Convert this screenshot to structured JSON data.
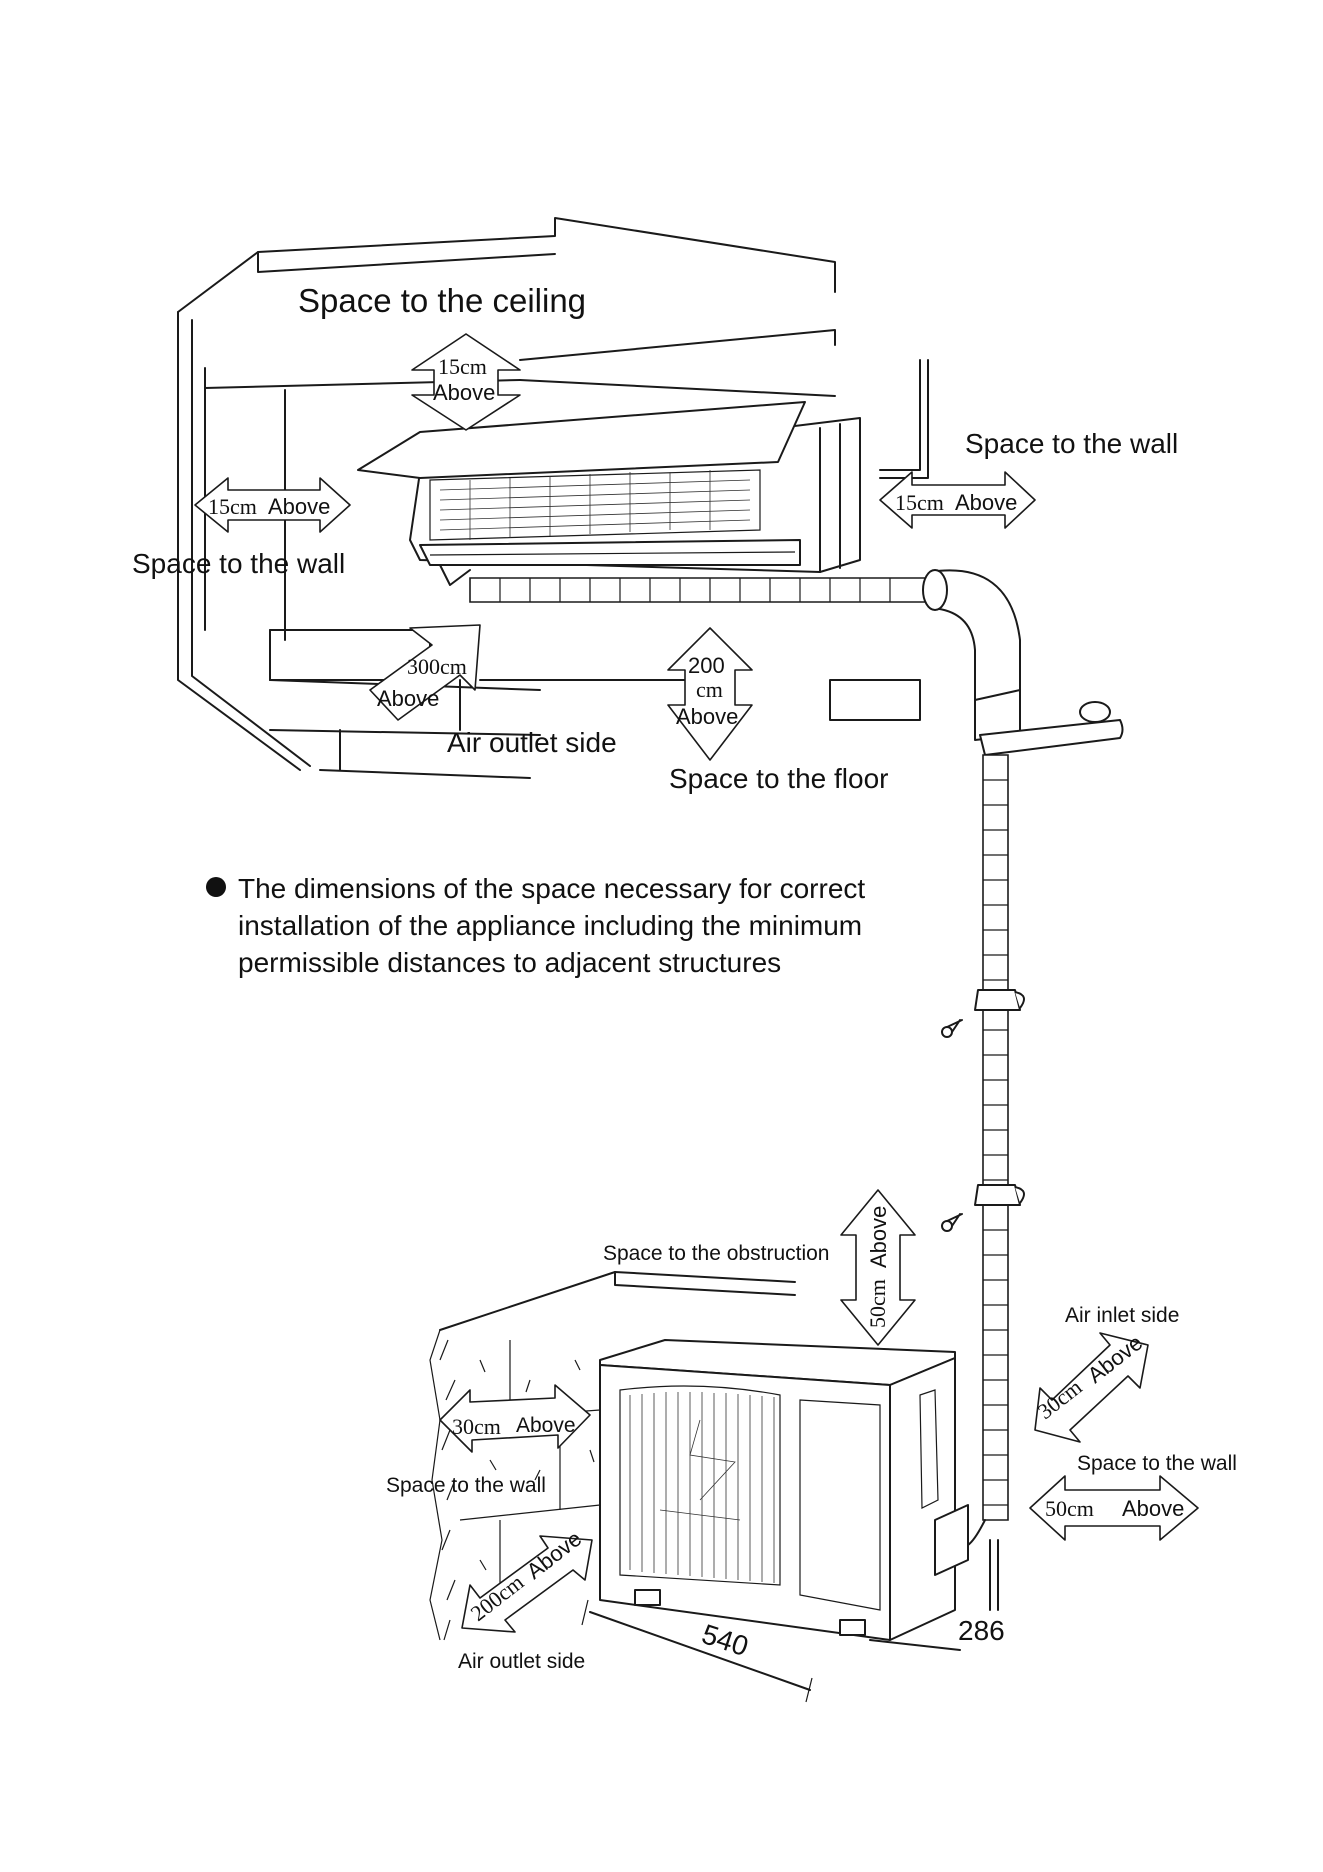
{
  "labels": {
    "ceiling_title": "Space to the ceiling",
    "ceiling_value": "15cm",
    "ceiling_above": "Above",
    "left_wall_value": "15cm",
    "left_wall_above": "Above",
    "left_wall_title": "Space to the wall",
    "right_wall_title": "Space to the wall",
    "right_wall_value": "15cm",
    "right_wall_above": "Above",
    "outlet_value": "300cm",
    "outlet_above": "Above",
    "outlet_title": "Air outlet side",
    "floor_value": "200",
    "floor_unit": "cm",
    "floor_above": "Above",
    "floor_title": "Space to the floor",
    "note_line1": "The dimensions of the space necessary for correct",
    "note_line2": "installation of the appliance including the minimum",
    "note_line3": "permissible distances to adjacent structures",
    "obstruction_title": "Space to the obstruction",
    "obstruction_value": "50cm",
    "obstruction_above": "Above",
    "inlet_title": "Air inlet side",
    "inlet_value": "30cm",
    "inlet_above": "Above",
    "out_right_wall_title": "Space to the wall",
    "out_right_wall_value": "50cm",
    "out_right_wall_above": "Above",
    "out_left_wall_value": "30cm",
    "out_left_wall_above": "Above",
    "out_left_wall_title": "Space to the wall",
    "out_outlet_value": "200cm",
    "out_outlet_above": "Above",
    "out_outlet_title": "Air outlet side",
    "dim_width": "540",
    "dim_depth": "286"
  }
}
